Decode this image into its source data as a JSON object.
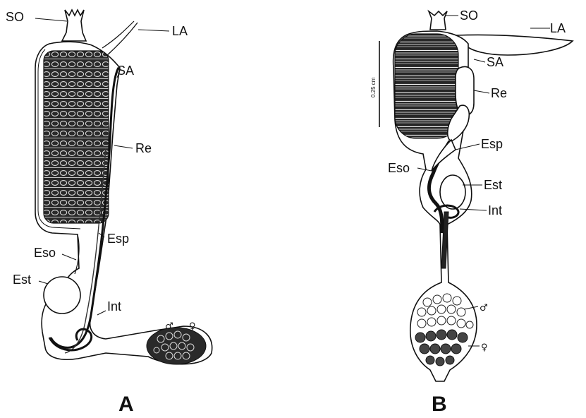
{
  "panels": {
    "A": {
      "title": "A",
      "labels": {
        "so": "SO",
        "la": "LA",
        "sa": "SA",
        "re": "Re",
        "esp": "Esp",
        "eso": "Eso",
        "est": "Est",
        "int": "Int",
        "male": "♂",
        "female": "♀"
      }
    },
    "B": {
      "title": "B",
      "labels": {
        "so": "SO",
        "la": "LA",
        "sa": "SA",
        "re": "Re",
        "esp": "Esp",
        "eso": "Eso",
        "est": "Est",
        "int": "Int",
        "male": "♂",
        "female": "♀",
        "scale": "0.25 cm"
      }
    }
  }
}
